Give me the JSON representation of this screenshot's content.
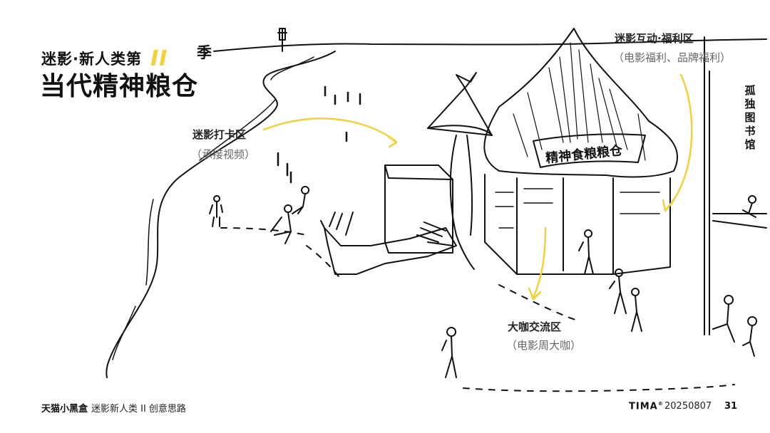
{
  "header": {
    "title_prefix": "迷影·新人类第",
    "season_number": "II",
    "season_word": "季",
    "title_main": "当代精神粮仓"
  },
  "illustration": {
    "sign_text": "精神食粮粮仓"
  },
  "zones": {
    "checkin": {
      "label": "迷影打卡区",
      "sub": "（承接视频）"
    },
    "interactive": {
      "label": "迷影互动·福利区",
      "sub": "（电影福利、品牌福利）"
    },
    "exchange": {
      "label": "大咖交流区",
      "sub": "（电影周大咖）"
    },
    "library": {
      "chars": [
        "孤",
        "独",
        "图",
        "书",
        "馆"
      ]
    }
  },
  "footer": {
    "brand": "天猫小黑盒",
    "section": "迷影新人类 II 创意思路",
    "logo": "TIMA",
    "logo_mark": "®",
    "date": "20250807",
    "page_number": "31"
  },
  "colors": {
    "accent_yellow": "#F2D13A",
    "ink": "#111111",
    "muted": "#666666"
  }
}
